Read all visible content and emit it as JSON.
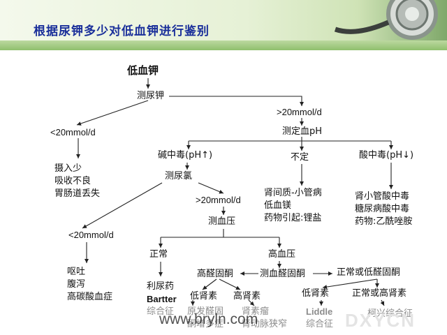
{
  "slide": {
    "title": "根据尿钾多少对低血钾进行鉴别"
  },
  "nodes": {
    "root": "低血钾",
    "measure_urine_k": "测尿钾",
    "gt20_top": ">20mmol/d",
    "lt20_left": "<20mmol/d",
    "cause_lt20_left": [
      "摄入少",
      "吸收不良",
      "胃肠道丢失"
    ],
    "measure_blood_ph": "测定血pH",
    "alkalosis": "碱中毒(pH↑)",
    "uncertain": "不定",
    "acidosis": "酸中毒(pH↓)",
    "measure_urine_cl": "测尿氯",
    "uncertain_causes": [
      "肾间质-小管病",
      "低血镁",
      "药物引起:锂盐"
    ],
    "acidosis_causes": [
      "肾小管酸中毒",
      "糖尿病酸中毒",
      "药物:乙酰唑胺"
    ],
    "lt20_mid": "<20mmol/d",
    "gt20_mid": ">20mmol/d",
    "cause_lt20_mid": [
      "呕吐",
      "腹泻",
      "高碳酸血症"
    ],
    "measure_bp": "测血压",
    "normal_bp": "正常",
    "high_bp": "高血压",
    "normal_bp_causes": [
      "利尿药",
      "Bartter",
      "综合征"
    ],
    "measure_aldosterone": "测血醛固酮",
    "high_aldosterone": "高醛固酮",
    "normal_low_aldosterone": "正常或低醛固酮",
    "low_renin_left": "低肾素",
    "high_renin": "高肾素",
    "low_renin_right": "低肾素",
    "normal_high_renin": "正常或高肾素",
    "primary_aldo": [
      "原发醛固",
      "酮增多症"
    ],
    "renal_artery": [
      "肾素瘤",
      "肾动脉狭窄"
    ],
    "liddle": [
      "Liddle",
      "综合征"
    ],
    "cushing": "柯兴综合征"
  },
  "watermarks": {
    "site": "www.bryln.com",
    "brand": "DXYCN"
  },
  "colors": {
    "title": "#1a2f9a",
    "line": "#222222",
    "faded_text": "#8c8c8c",
    "header_green": "#8fbf6d"
  }
}
